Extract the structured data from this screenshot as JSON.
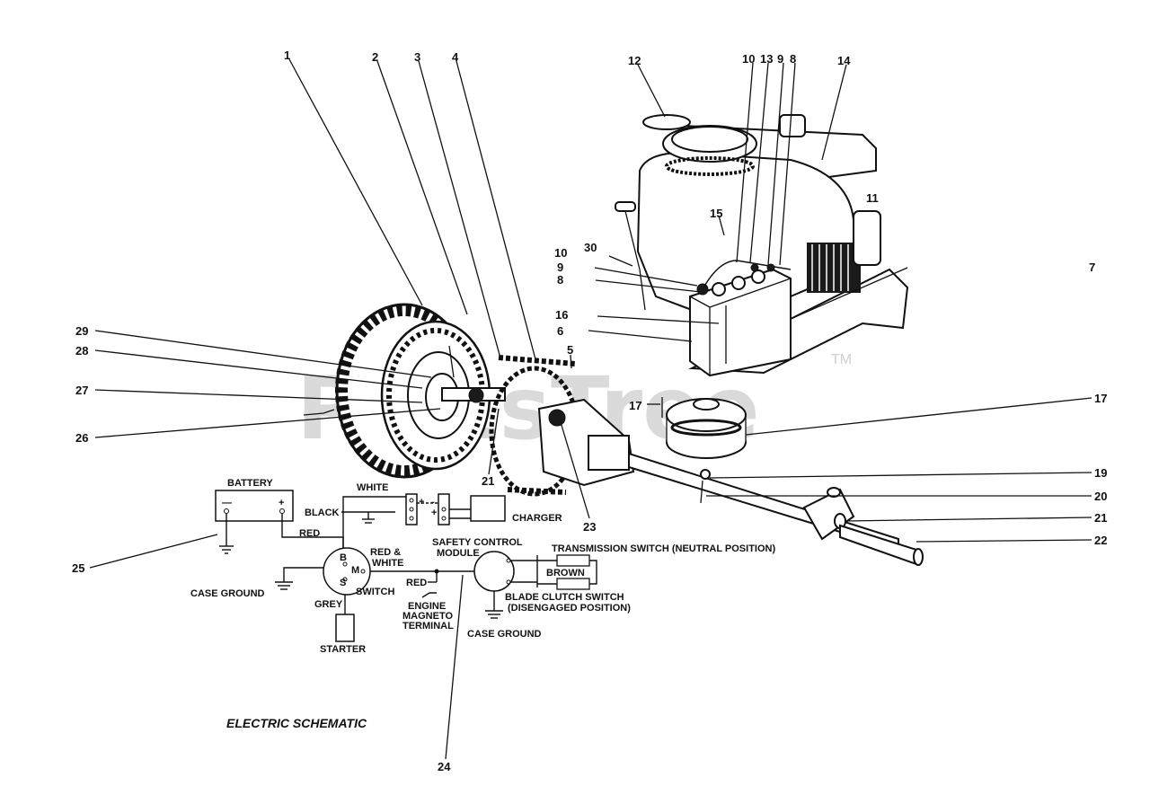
{
  "watermark": {
    "text": "PartsTree",
    "trademark": "TM"
  },
  "schematic_title": "ELECTRIC SCHEMATIC",
  "callouts": {
    "c1": "1",
    "c2": "2",
    "c3": "3",
    "c4": "4",
    "c5": "5",
    "c6": "6",
    "c7": "7",
    "c8a": "8",
    "c8b": "8",
    "c9a": "9",
    "c9b": "9",
    "c10a": "10",
    "c10b": "10",
    "c11": "11",
    "c12": "12",
    "c13": "13",
    "c14": "14",
    "c15": "15",
    "c16": "16",
    "c17a": "17",
    "c17b": "17",
    "c19": "19",
    "c20": "20",
    "c21a": "21",
    "c21b": "21",
    "c22": "22",
    "c23": "23",
    "c24": "24",
    "c25": "25",
    "c26": "26",
    "c27": "27",
    "c28": "28",
    "c29": "29",
    "c30": "30"
  },
  "schematic_labels": {
    "battery": "BATTERY",
    "battery_minus": "—",
    "battery_plus": "+",
    "white": "WHITE",
    "black": "BLACK",
    "plus1": "+",
    "minus1": "-",
    "plus2": "+",
    "charger": "CHARGER",
    "red": "RED",
    "red_white_1": "RED &",
    "red_white_2": "WHITE",
    "sw_b": "B",
    "sw_m": "M",
    "sw_s": "S",
    "switch": "SWITCH",
    "case_ground": "CASE GROUND",
    "grey": "GREY",
    "starter": "STARTER",
    "safety_1": "SAFETY CONTROL",
    "safety_2": "MODULE",
    "red2": "RED",
    "engine_1": "ENGINE",
    "engine_2": "MAGNETO",
    "engine_3": "TERMINAL",
    "case_ground_2": "CASE GROUND",
    "trans_switch": "TRANSMISSION SWITCH (NEUTRAL POSITION)",
    "brown": "BROWN",
    "blade_1": "BLADE CLUTCH SWITCH",
    "blade_2": "(DISENGAGED POSITION)"
  }
}
